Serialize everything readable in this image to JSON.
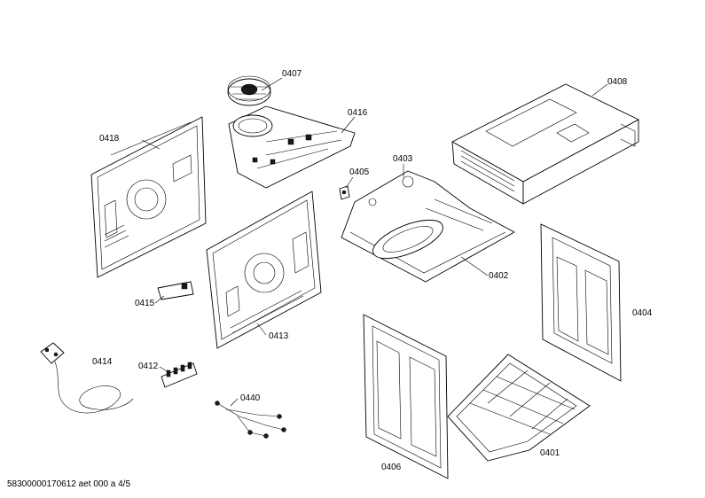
{
  "diagram": {
    "labels": {
      "p0401": "0401",
      "p0402": "0402",
      "p0403": "0403",
      "p0404": "0404",
      "p0405": "0405",
      "p0406": "0406",
      "p0407": "0407",
      "p0408": "0408",
      "p0412": "0412",
      "p0413": "0413",
      "p0414": "0414",
      "p0415": "0415",
      "p0416": "0416",
      "p0418": "0418",
      "p0440": "0440"
    }
  },
  "footer": {
    "text": "58300000170612 aet 000 a 4/5"
  }
}
